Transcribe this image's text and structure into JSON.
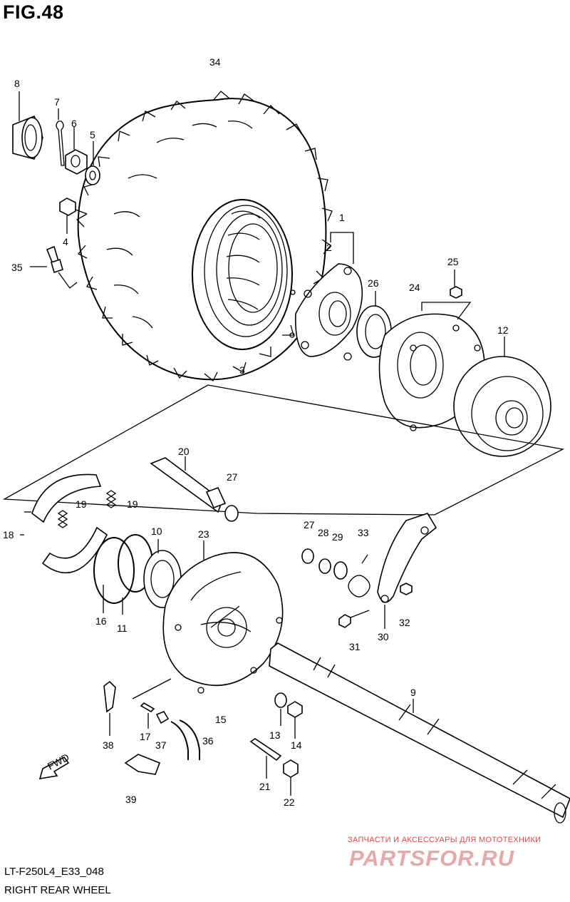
{
  "figure": {
    "title": "FIG.48",
    "model_code": "LT-F250L4_E33_048",
    "caption": "RIGHT REAR WHEEL",
    "fwd_label": "FWD"
  },
  "watermark": {
    "top_text": "ЗАПЧАСТИ И АКСЕССУАРЫ ДЛЯ МОТОТЕХНИКИ",
    "logo_text": "PARTSFOR.RU"
  },
  "callouts": {
    "c1": "1",
    "c2": "2",
    "c3": "3",
    "c4": "4",
    "c5": "5",
    "c6": "6",
    "c7": "7",
    "c8": "8",
    "c9": "9",
    "c10": "10",
    "c11": "11",
    "c12": "12",
    "c13": "13",
    "c14": "14",
    "c15": "15",
    "c16": "16",
    "c17": "17",
    "c18": "18",
    "c19a": "19",
    "c19b": "19",
    "c20": "20",
    "c21": "21",
    "c22": "22",
    "c23": "23",
    "c24": "24",
    "c25": "25",
    "c26": "26",
    "c27a": "27",
    "c27b": "27",
    "c28": "28",
    "c29": "29",
    "c30": "30",
    "c31": "31",
    "c32": "32",
    "c33": "33",
    "c34": "34",
    "c35": "35",
    "c36": "36",
    "c37": "37",
    "c38": "38",
    "c39": "39"
  },
  "parts": [
    {
      "ref": "tire-34",
      "icon": "atv-tire-icon"
    },
    {
      "ref": "wheel-3",
      "icon": "wheel-rim-icon"
    },
    {
      "ref": "hub-1",
      "icon": "wheel-hub-icon"
    },
    {
      "ref": "brake-drum-24",
      "icon": "brake-drum-icon"
    },
    {
      "ref": "cover-12",
      "icon": "drum-cover-icon"
    },
    {
      "ref": "brake-panel-23",
      "icon": "brake-panel-icon"
    },
    {
      "ref": "axle-9",
      "icon": "rear-axle-icon"
    },
    {
      "ref": "brake-shoes-18",
      "icon": "brake-shoe-icon"
    },
    {
      "ref": "cam-20",
      "icon": "brake-cam-icon"
    }
  ]
}
